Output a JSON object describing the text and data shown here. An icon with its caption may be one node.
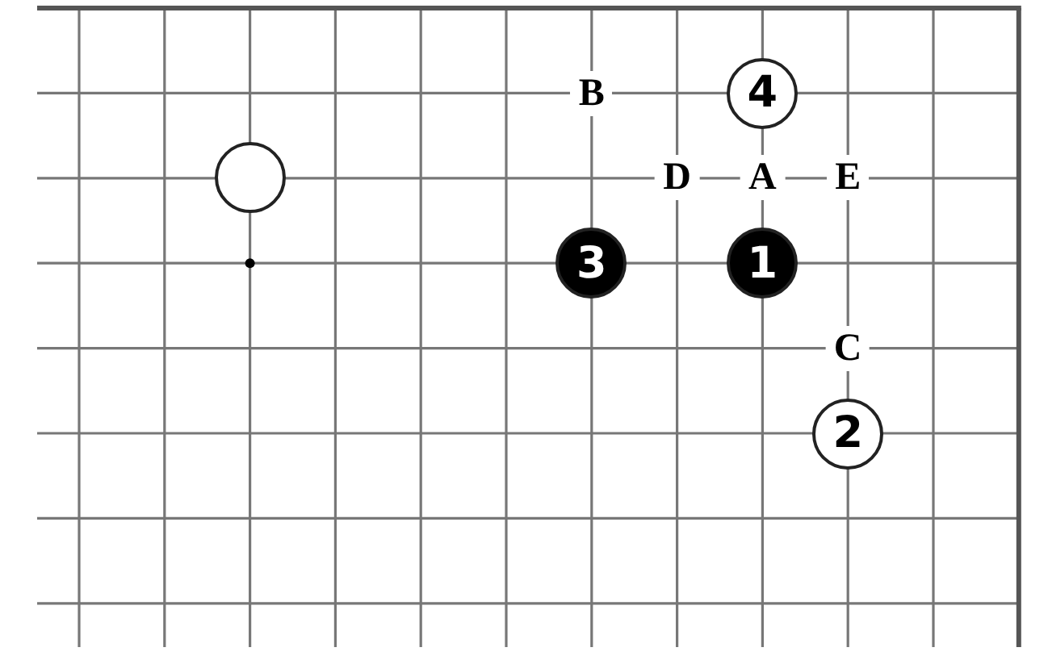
{
  "diagram": {
    "nodes": [
      {
        "text": [
          "4"
        ]
      },
      {
        "text": [],
        "shape": "circle"
      },
      {
        "text": [
          "3"
        ]
      },
      {
        "text": [
          "1"
        ]
      },
      {
        "text": [
          "2"
        ]
      }
    ],
    "labels": [
      "B",
      "D",
      "A",
      "E",
      "C"
    ]
  }
}
